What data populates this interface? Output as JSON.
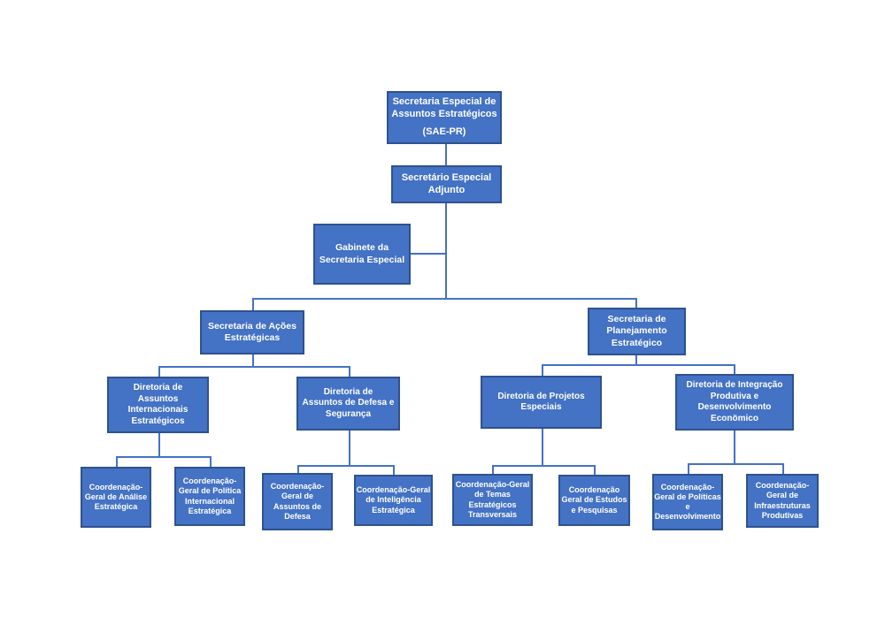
{
  "diagram": {
    "type": "org-chart",
    "colors": {
      "box_fill": "#4472C4",
      "box_border": "#2F528F",
      "text": "#FFFFFF",
      "connector": "#4472C4",
      "background": "#FFFFFF"
    }
  },
  "nodes": {
    "sae_pr": {
      "label": "Secretaria Especial de\nAssuntos Estratégicos",
      "sublabel": "(SAE-PR)"
    },
    "secretario_adjunto": {
      "label": "Secretário Especial\nAdjunto"
    },
    "gabinete": {
      "label": "Gabinete da\nSecretaria Especial"
    },
    "acoes": {
      "label": "Secretaria de Ações\nEstratégicas"
    },
    "planejamento": {
      "label": "Secretaria de\nPlanejamento\nEstratégico"
    },
    "dir_internacionais": {
      "label": "Diretoria de\nAssuntos\nInternacionais\nEstratégicos"
    },
    "dir_defesa": {
      "label": "Diretoria de\nAssuntos de Defesa e\nSegurança"
    },
    "dir_projetos": {
      "label": "Diretoria de Projetos\nEspeciais"
    },
    "dir_integracao": {
      "label": "Diretoria de Integração\nProdutiva e\nDesenvolvimento\nEconömico"
    },
    "cg_analise": {
      "label": "Coordenação-\nGeral  de Análise\nEstratégica"
    },
    "cg_politica_internacional": {
      "label": "Coordenação-\nGeral de Política\nInternacional\nEstratégica"
    },
    "cg_assuntos_defesa": {
      "label": "Coordenação-\nGeral de\nAssuntos de\nDefesa"
    },
    "cg_inteligencia": {
      "label": "Coordenação-Geral\nde Inteligência\nEstratégica"
    },
    "cg_temas": {
      "label": "Coordenação-Geral\nde Temas\nEstratégicos\nTransversais"
    },
    "cg_estudos": {
      "label": "Coordenação\nGeral de Estudos\ne Pesquisas"
    },
    "cg_politicas_desenvolvimento": {
      "label": "Coordenação-\nGeral de Políticas\ne\nDesenvolvimento"
    },
    "cg_infraestruturas": {
      "label": "Coordenação-\nGeral de\nInfraestruturas\nProdutivas"
    }
  },
  "structure": {
    "sae_pr": [
      "secretario_adjunto"
    ],
    "secretario_adjunto": [
      "gabinete",
      "acoes",
      "planejamento"
    ],
    "acoes": [
      "dir_internacionais",
      "dir_defesa"
    ],
    "planejamento": [
      "dir_projetos",
      "dir_integracao"
    ],
    "dir_internacionais": [
      "cg_analise",
      "cg_politica_internacional"
    ],
    "dir_defesa": [
      "cg_assuntos_defesa",
      "cg_inteligencia"
    ],
    "dir_projetos": [
      "cg_temas",
      "cg_estudos"
    ],
    "dir_integracao": [
      "cg_politicas_desenvolvimento",
      "cg_infraestruturas"
    ]
  }
}
